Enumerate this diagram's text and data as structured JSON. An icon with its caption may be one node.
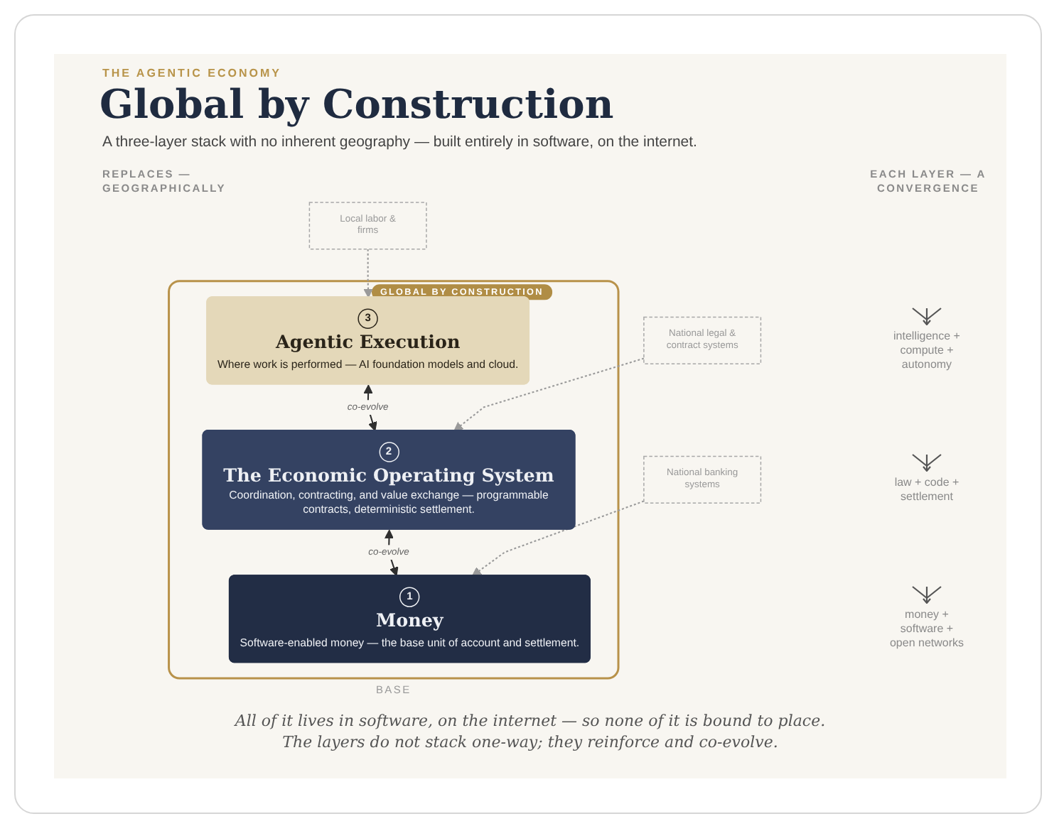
{
  "diagram": {
    "title": "Global by Construction",
    "caption": "All of it lives in software, on the internet — so none of it is bound to place. The layers do not stack one-way; they reinforce and co-evolve.",
    "nodes": [
      {
        "text": [
          "GLOBAL BY CONSTRUCTION"
        ]
      },
      {
        "text": [
          "3",
          "Agentic Execution",
          "Where work is performed — AI foundation models and cloud."
        ],
        "in": 0
      },
      {
        "text": [
          "2",
          "The Economic Operating System",
          "Coordination, contracting, and value exchange — programmable contracts, deterministic settlement."
        ],
        "in": 0
      },
      {
        "text": [
          "1",
          "Money",
          "Software-enabled money — the base unit of account and settlement."
        ],
        "in": 0
      },
      {
        "text": [
          "Local labor & firms"
        ]
      },
      {
        "text": [
          "National legal & contract systems"
        ]
      },
      {
        "text": [
          "National banking systems"
        ]
      }
    ],
    "edges": [
      {
        "from": 4,
        "to": 1,
        "arrow": "to",
        "style": "dashed"
      },
      {
        "from": 1,
        "to": 2,
        "arrow": "both",
        "label": "co-evolve",
        "color": "#2f2f2f"
      },
      {
        "from": 5,
        "to": 2,
        "arrow": "to",
        "style": "dashed"
      },
      {
        "from": 2,
        "to": 3,
        "arrow": "both",
        "label": "co-evolve",
        "color": "#2f2f2f"
      },
      {
        "from": 6,
        "to": 3,
        "arrow": "to",
        "style": "dashed"
      }
    ],
    "labels": [
      "THE AGENTIC ECONOMY",
      "A three-layer stack with no inherent geography — built entirely in software, on the internet.",
      "REPLACES — GEOGRAPHICALLY",
      "EACH LAYER — A CONVERGENCE",
      "intelligence + compute + autonomy",
      "law + code + settlement",
      "money + software + open networks",
      "BASE"
    ]
  }
}
